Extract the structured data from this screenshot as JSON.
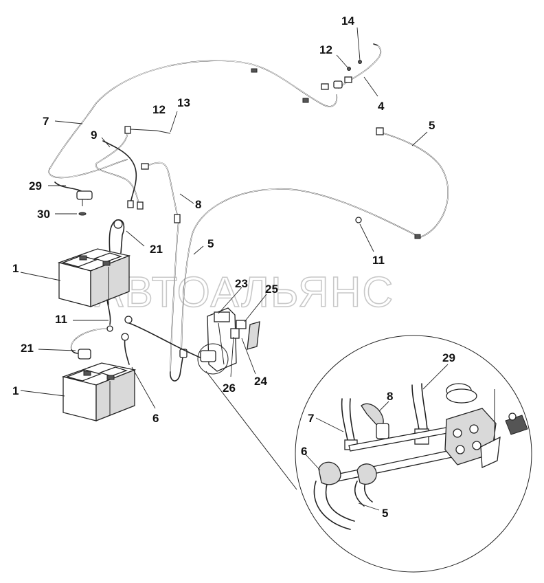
{
  "watermark": "АВТОАЛЬЯНС",
  "callouts": [
    {
      "id": "c14",
      "text": "14"
    },
    {
      "id": "c12a",
      "text": "12"
    },
    {
      "id": "c4",
      "text": "4"
    },
    {
      "id": "c5a",
      "text": "5"
    },
    {
      "id": "c7a",
      "text": "7"
    },
    {
      "id": "c12b",
      "text": "12"
    },
    {
      "id": "c13",
      "text": "13"
    },
    {
      "id": "c9",
      "text": "9"
    },
    {
      "id": "c29a",
      "text": "29"
    },
    {
      "id": "c8a",
      "text": "8"
    },
    {
      "id": "c30",
      "text": "30"
    },
    {
      "id": "c21a",
      "text": "21"
    },
    {
      "id": "c5b",
      "text": "5"
    },
    {
      "id": "c11a",
      "text": "11"
    },
    {
      "id": "c1a",
      "text": "1"
    },
    {
      "id": "c23",
      "text": "23"
    },
    {
      "id": "c25",
      "text": "25"
    },
    {
      "id": "c11b",
      "text": "11"
    },
    {
      "id": "c21b",
      "text": "21"
    },
    {
      "id": "c1b",
      "text": "1"
    },
    {
      "id": "c6a",
      "text": "6"
    },
    {
      "id": "c26",
      "text": "26"
    },
    {
      "id": "c24",
      "text": "24"
    },
    {
      "id": "c29b",
      "text": "29"
    },
    {
      "id": "c8b",
      "text": "8"
    },
    {
      "id": "c7b",
      "text": "7"
    },
    {
      "id": "c6b",
      "text": "6"
    },
    {
      "id": "c5c",
      "text": "5"
    }
  ]
}
